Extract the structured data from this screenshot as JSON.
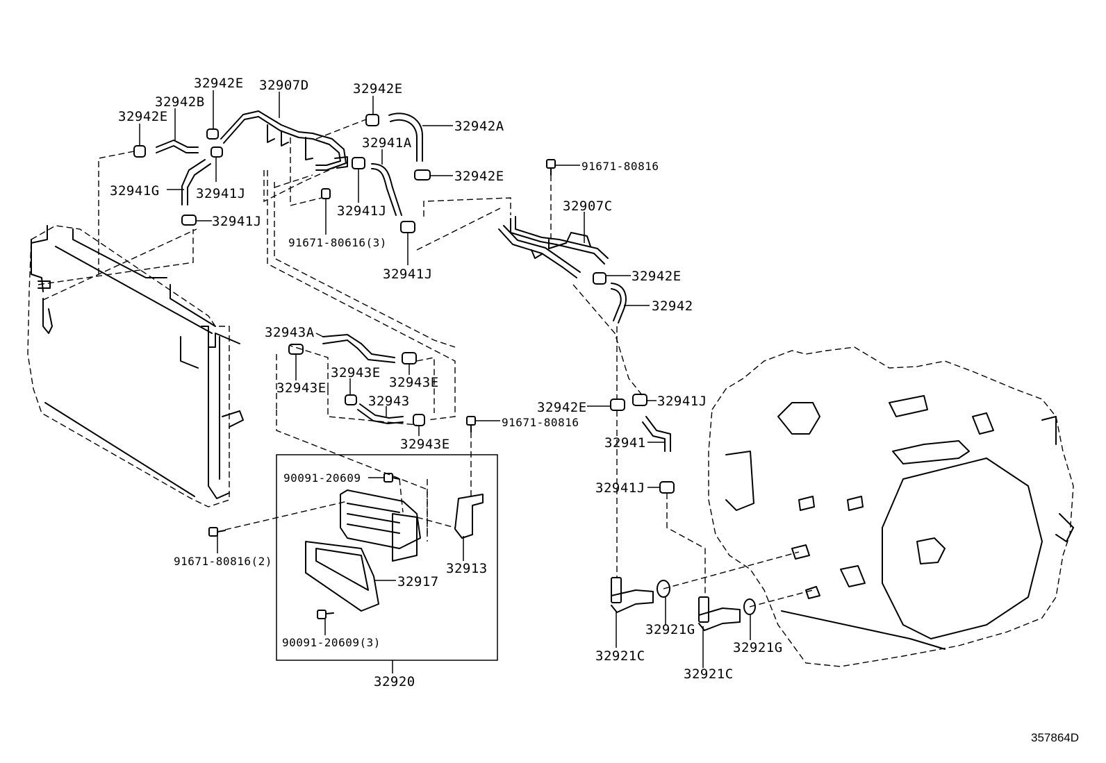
{
  "diagram": {
    "ref_code": "357864D",
    "labels": {
      "p32942E_a": "32942E",
      "p32907D": "32907D",
      "p32942E_b": "32942E",
      "p32942B": "32942B",
      "p32942E_c": "32942E",
      "p32942A": "32942A",
      "p32941A": "32941A",
      "p32941G": "32941G",
      "p32941J_a": "32941J",
      "p32942E_d": "32942E",
      "p91671_80816_a": "91671-80816",
      "p32941J_b": "32941J",
      "p32941J_c": "32941J",
      "p91671_80616": "91671-80616(3)",
      "p32907C": "32907C",
      "p32941J_d": "32941J",
      "p32942E_e": "32942E",
      "p32942": "32942",
      "p32943A": "32943A",
      "p32943E_a": "32943E",
      "p32943E_b": "32943E",
      "p32943E_c": "32943E",
      "p32943": "32943",
      "p32943E_d": "32943E",
      "p32942E_f": "32942E",
      "p32941J_e": "32941J",
      "p91671_80816_b": "91671-80816",
      "p32941": "32941",
      "p90091_20609_a": "90091-20609",
      "p32941J_f": "32941J",
      "p91671_80816_2": "91671-80816(2)",
      "p32913": "32913",
      "p32917": "32917",
      "p32921G_a": "32921G",
      "p32921G_b": "32921G",
      "p90091_20609_3": "90091-20609(3)",
      "p32921C_a": "32921C",
      "p32921C_b": "32921C",
      "p32920": "32920"
    }
  }
}
